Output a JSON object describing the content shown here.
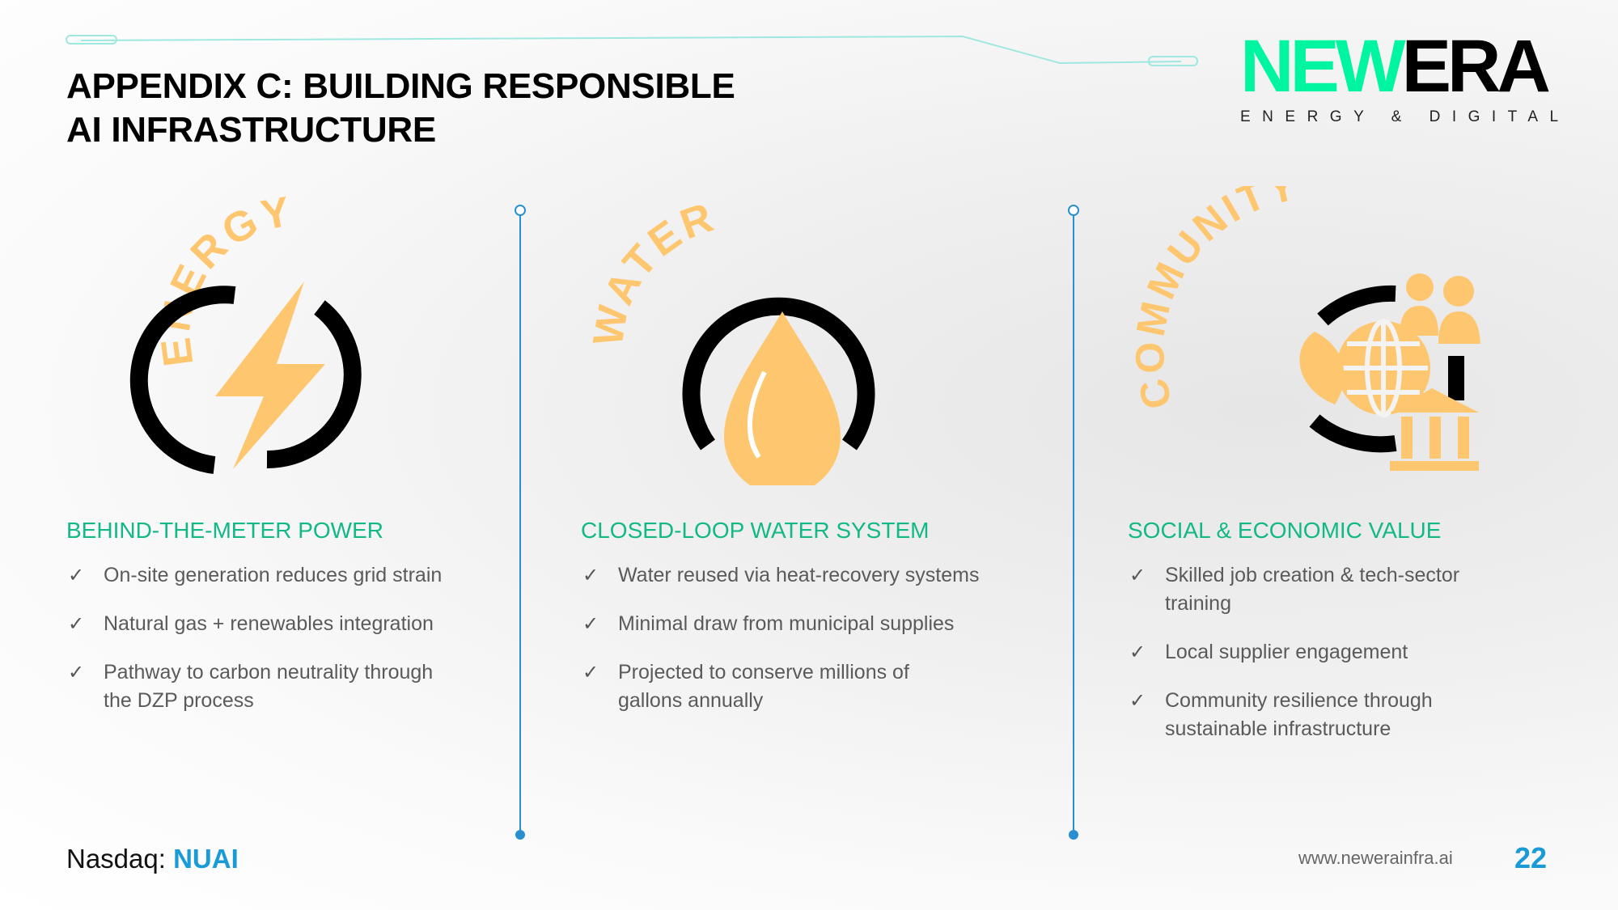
{
  "title": {
    "line1": "APPENDIX C: BUILDING RESPONSIBLE",
    "line2": "AI INFRASTRUCTURE"
  },
  "logo": {
    "new": "NEW",
    "era": "ERA",
    "subtitle": "ENERGY & DIGITAL"
  },
  "colors": {
    "accent_green": "#12b886",
    "accent_blue": "#1a9ad6",
    "icon_orange": "#fec66e"
  },
  "columns": [
    {
      "arc_label": "ENERGY",
      "icon": "lightning-power-icon",
      "heading": "BEHIND-THE-METER POWER",
      "items": [
        "On-site generation reduces grid strain",
        "Natural gas + renewables integration",
        "Pathway to carbon neutrality through the DZP process"
      ]
    },
    {
      "arc_label": "WATER",
      "icon": "water-drop-icon",
      "heading": "CLOSED-LOOP WATER SYSTEM",
      "items": [
        "Water reused via heat-recovery systems",
        "Minimal draw from municipal supplies",
        "Projected to conserve millions of gallons annually"
      ]
    },
    {
      "arc_label": "COMMUNITY",
      "icon": "community-cycle-icon",
      "heading": "SOCIAL & ECONOMIC VALUE",
      "items": [
        "Skilled job creation & tech-sector training",
        "Local supplier engagement",
        "Community resilience through sustainable infrastructure"
      ]
    }
  ],
  "footer": {
    "nasdaq_label": "Nasdaq: ",
    "ticker": "NUAI",
    "url": "www.newerainfra.ai",
    "page_number": "22"
  }
}
